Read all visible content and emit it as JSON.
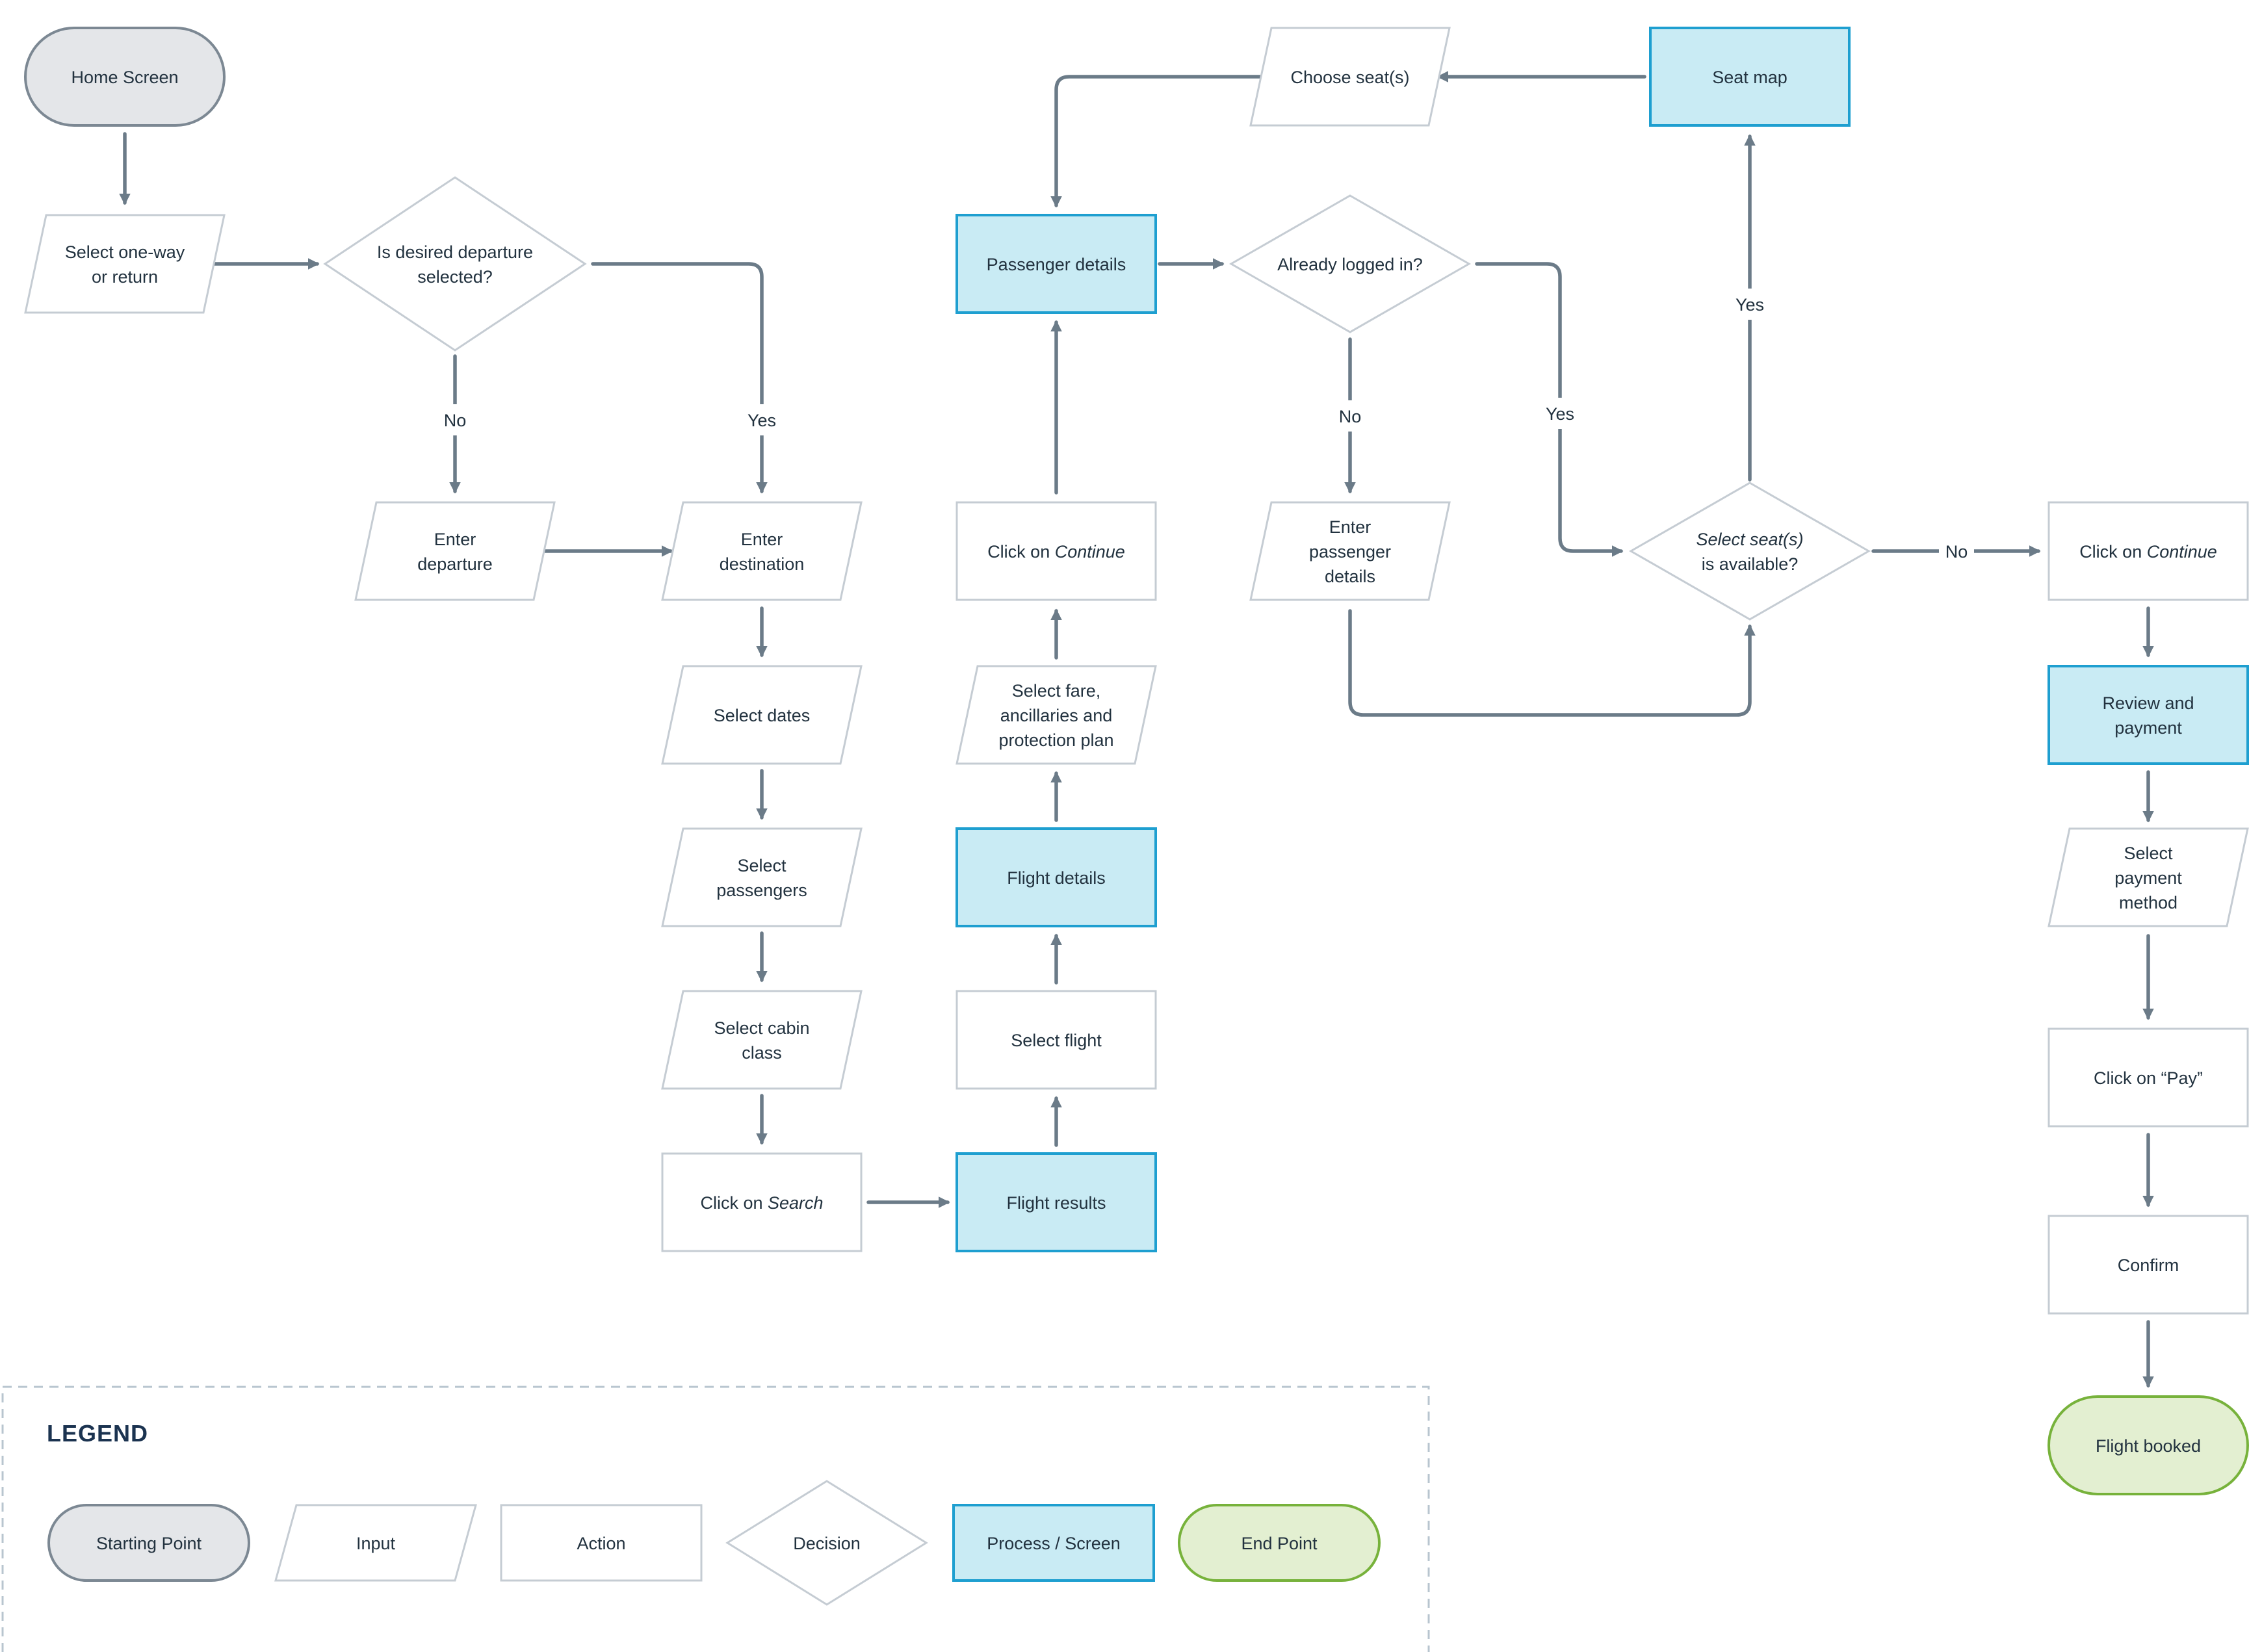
{
  "colors": {
    "connector": "#6b7b88",
    "start_fill": "#e4e6e9",
    "start_stroke": "#7c8893",
    "input_stroke": "#c5ccd3",
    "action_stroke": "#c5ccd3",
    "decision_stroke": "#c5ccd3",
    "process_fill": "#c9ebf4",
    "process_stroke": "#1e9fd0",
    "end_fill": "#e3efd1",
    "end_stroke": "#77b23b",
    "legend_border": "#b8c5cf",
    "text": "#22323f"
  },
  "nodes": {
    "home_screen": [
      "Home Screen"
    ],
    "select_oneway": [
      "Select one-way",
      "or return"
    ],
    "desired_departure": [
      "Is desired departure",
      "selected?"
    ],
    "enter_departure": [
      "Enter",
      "departure"
    ],
    "enter_destination": [
      "Enter",
      "destination"
    ],
    "select_dates": [
      "Select dates"
    ],
    "select_passengers": [
      "Select",
      "passengers"
    ],
    "select_cabin": [
      "Select cabin",
      "class"
    ],
    "click_search": [
      "Click on ",
      "Search"
    ],
    "flight_results": [
      "Flight results"
    ],
    "select_flight": [
      "Select flight"
    ],
    "flight_details": [
      "Flight details"
    ],
    "select_fare": [
      "Select fare,",
      "ancillaries and",
      "protection plan"
    ],
    "click_continue_1": [
      "Click on ",
      "Continue"
    ],
    "passenger_details": [
      "Passenger details"
    ],
    "already_logged": [
      "Already logged in?"
    ],
    "enter_passenger": [
      "Enter",
      "passenger",
      "details"
    ],
    "choose_seats": [
      "Choose seat(s)"
    ],
    "seat_map": [
      "Seat map"
    ],
    "seats_available": [
      "Select seat(s)",
      "is available?"
    ],
    "click_continue_2": [
      "Click on ",
      "Continue"
    ],
    "review_payment": [
      "Review and",
      "payment"
    ],
    "payment_method": [
      "Select",
      "payment",
      "method"
    ],
    "click_pay": [
      "Click on “Pay”"
    ],
    "confirm": [
      "Confirm"
    ],
    "flight_booked": [
      "Flight booked"
    ]
  },
  "edge_labels": {
    "no": "No",
    "yes": "Yes"
  },
  "legend": {
    "title": "LEGEND",
    "items": [
      "Starting Point",
      "Input",
      "Action",
      "Decision",
      "Process / Screen",
      "End Point"
    ]
  }
}
